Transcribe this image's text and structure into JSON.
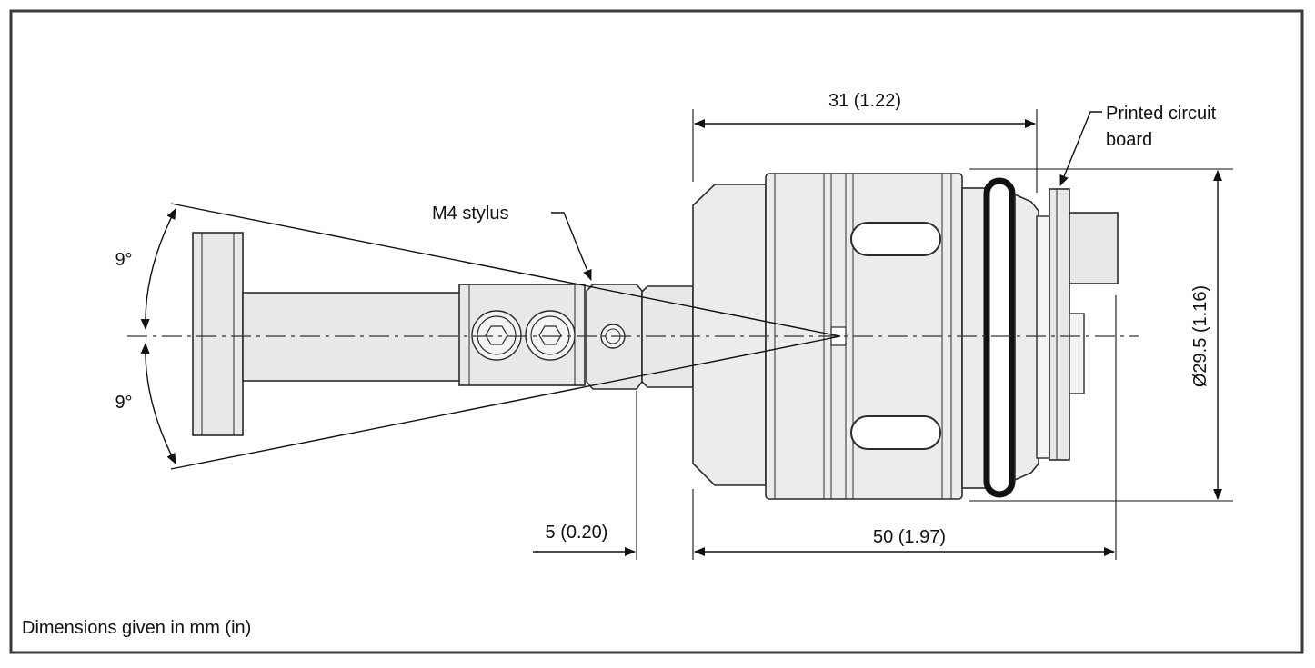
{
  "labels": {
    "dim_31": "31 (1.22)",
    "dim_50": "50 (1.97)",
    "dim_5": "5 (0.20)",
    "dim_diameter": "Ø29.5 (1.16)",
    "angle_top": "9°",
    "angle_bottom": "9°",
    "stylus": "M4 stylus",
    "pcb_line1": "Printed circuit",
    "pcb_line2": "board",
    "footnote": "Dimensions given in mm (in)"
  },
  "colors": {
    "frame": "#3a3a3a",
    "line": "#2b2b2b",
    "oring": "#111111"
  }
}
